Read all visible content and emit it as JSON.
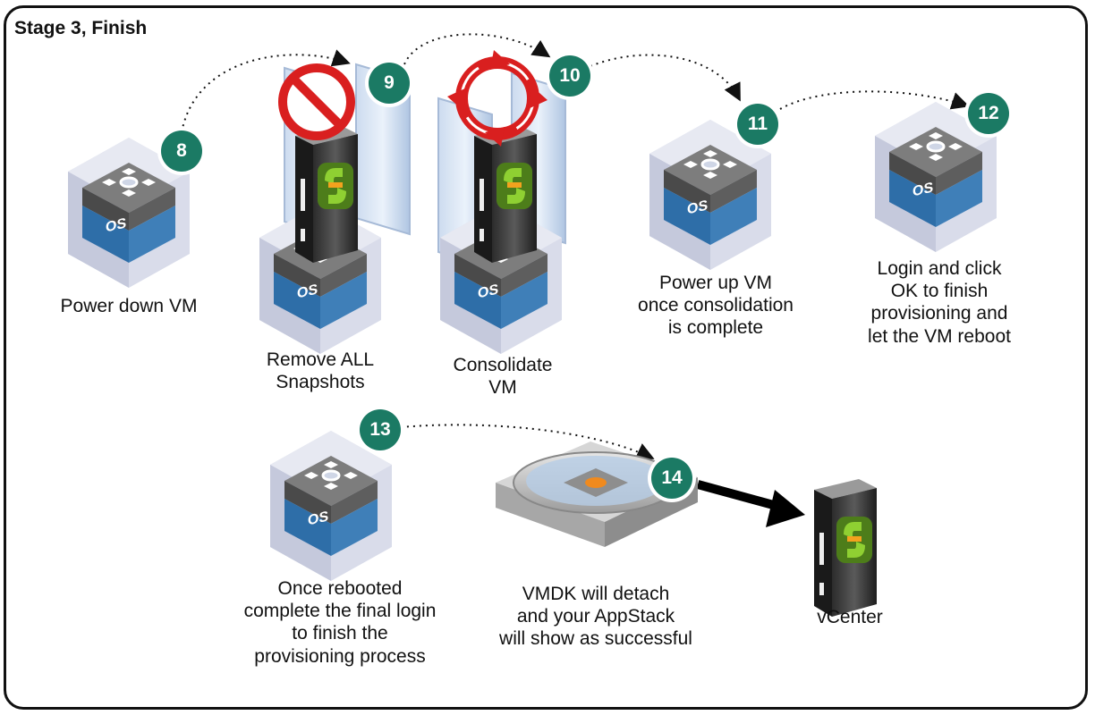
{
  "title": "Stage 3, Finish",
  "icons": {
    "os_label": "OS"
  },
  "steps": [
    {
      "number": "8",
      "caption": [
        "Power down VM"
      ]
    },
    {
      "number": "9",
      "caption": [
        "Remove ALL",
        "Snapshots"
      ]
    },
    {
      "number": "10",
      "caption": [
        "Consolidate",
        "VM"
      ]
    },
    {
      "number": "11",
      "caption": [
        "Power up VM",
        "once consolidation",
        "is complete"
      ]
    },
    {
      "number": "12",
      "caption": [
        "Login and click",
        "OK to finish",
        "provisioning and",
        "let the VM reboot"
      ]
    },
    {
      "number": "13",
      "caption": [
        "Once rebooted",
        "complete the final login",
        "to finish the",
        "provisioning process"
      ]
    },
    {
      "number": "14",
      "caption": [
        "VMDK will detach",
        "and your AppStack",
        "will show as successful"
      ]
    }
  ],
  "vcenter": {
    "label": "vCenter"
  },
  "colors": {
    "badge": "#1b7a64",
    "os_blue": "#3f7fb8",
    "prohibit_red": "#d91f1f",
    "vcenter_green": "#7bbf2a"
  }
}
